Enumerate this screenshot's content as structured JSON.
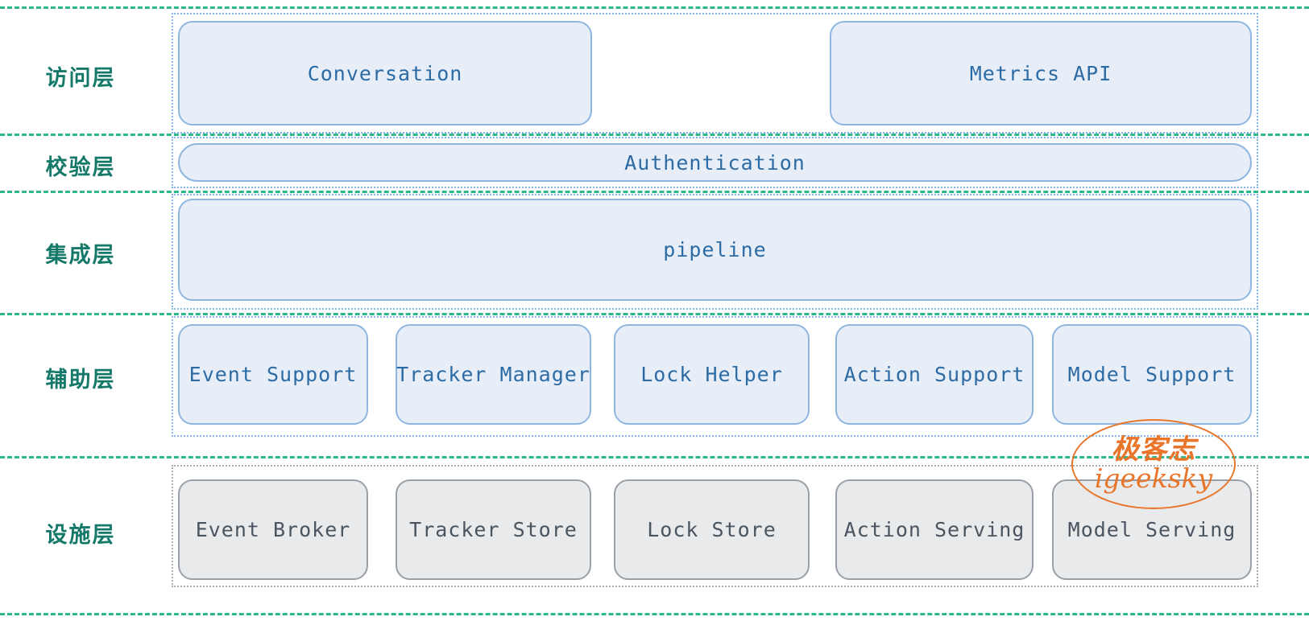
{
  "diagram": {
    "title": "Layered Architecture Diagram",
    "colors": {
      "separator_green": "#2bb98a",
      "layer_label_teal": "#15796a",
      "node_blue_fill": "#e8eef8",
      "node_blue_border": "#8fb6e0",
      "node_blue_text": "#2c6ba4",
      "node_gray_fill": "#e9eaec",
      "node_gray_border": "#99a0a8",
      "node_gray_text": "#4a5560",
      "group_blue_border": "#86b6e8",
      "group_gray_border": "#a9aeb4",
      "watermark_orange": "#e8752a",
      "background": "#ffffff"
    },
    "layers": [
      {
        "key": "access",
        "label": "访问层",
        "group_style": "blue",
        "nodes": [
          {
            "label": "Conversation",
            "style": "blue"
          },
          {
            "label": "Metrics API",
            "style": "blue"
          }
        ]
      },
      {
        "key": "validation",
        "label": "校验层",
        "group_style": "blue",
        "nodes": [
          {
            "label": "Authentication",
            "style": "pill"
          }
        ]
      },
      {
        "key": "integration",
        "label": "集成层",
        "group_style": "blue",
        "nodes": [
          {
            "label": "pipeline",
            "style": "blue"
          }
        ]
      },
      {
        "key": "auxiliary",
        "label": "辅助层",
        "group_style": "blue",
        "nodes": [
          {
            "label": "Event Support",
            "style": "blue"
          },
          {
            "label": "Tracker Manager",
            "style": "blue"
          },
          {
            "label": "Lock Helper",
            "style": "blue"
          },
          {
            "label": "Action Support",
            "style": "blue"
          },
          {
            "label": "Model Support",
            "style": "blue"
          }
        ]
      },
      {
        "key": "infrastructure",
        "label": "设施层",
        "group_style": "gray",
        "nodes": [
          {
            "label": "Event Broker",
            "style": "gray"
          },
          {
            "label": "Tracker Store",
            "style": "gray"
          },
          {
            "label": "Lock Store",
            "style": "gray"
          },
          {
            "label": "Action Serving",
            "style": "gray"
          },
          {
            "label": "Model Serving",
            "style": "gray"
          }
        ]
      }
    ],
    "watermark": {
      "cn": "极客志",
      "en": "igeeksky"
    }
  }
}
